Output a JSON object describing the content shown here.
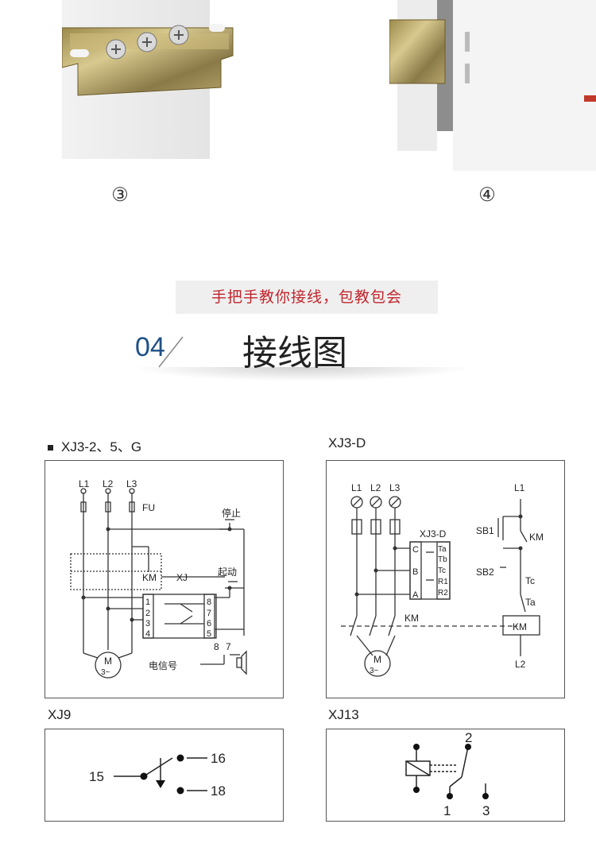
{
  "photos": {
    "marker_3": "③",
    "marker_4": "④"
  },
  "banner": {
    "text": "手把手教你接线，包教包会"
  },
  "section": {
    "number": "04",
    "title": "接线图"
  },
  "diagrams": {
    "d1": {
      "title": "XJ3-2、5、G",
      "labels": {
        "l1": "L1",
        "l2": "L2",
        "l3": "L3",
        "fu": "FU",
        "stop": "停止",
        "start": "起动",
        "km": "KM",
        "xj": "XJ",
        "t1": "1",
        "t2": "2",
        "t3": "3",
        "t4": "4",
        "t5": "5",
        "t6": "6",
        "t7": "7",
        "t8": "8",
        "tt8": "8",
        "tt7": "7",
        "signal": "电信号",
        "motor": "M",
        "motor_sub": "3~"
      }
    },
    "d2": {
      "title": "XJ3-D",
      "labels": {
        "l1": "L1",
        "l2": "L2",
        "l3": "L3",
        "xj3d": "XJ3-D",
        "c": "C",
        "b": "B",
        "a": "A",
        "ta": "Ta",
        "tb": "Tb",
        "tc": "Tc",
        "r1": "R1",
        "r2": "R2",
        "km_contact": "KM",
        "motor": "M",
        "motor_sub": "3~",
        "rl1": "L1",
        "sb1": "SB1",
        "km_right": "KM",
        "sb2": "SB2",
        "tc_right": "Tc",
        "ta_right": "Ta",
        "km_coil": "KM",
        "rl2": "L2"
      }
    },
    "d3": {
      "title": "XJ9",
      "labels": {
        "t15": "15",
        "t16": "16",
        "t18": "18"
      }
    },
    "d4": {
      "title": "XJ13",
      "labels": {
        "t2": "2",
        "t1": "1",
        "t3": "3"
      }
    }
  }
}
